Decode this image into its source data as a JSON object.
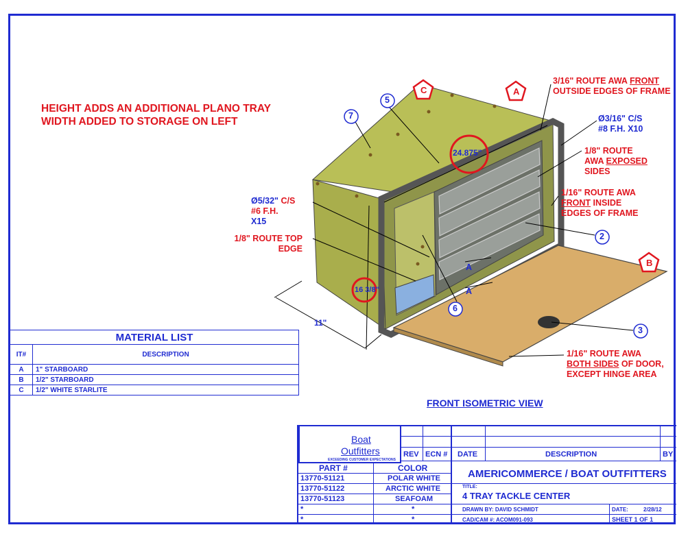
{
  "notes": {
    "line1": "HEIGHT ADDS AN ADDITIONAL PLANO TRAY",
    "line2": "WIDTH ADDED TO STORAGE ON LEFT"
  },
  "annotations": {
    "route_front_outside_1": "3/16\" ROUTE AWA ",
    "route_front_outside_u": "FRONT",
    "route_front_outside_2": "OUTSIDE EDGES OF FRAME",
    "cs_right_1": "Ø3/16\" C/S",
    "cs_right_2": "#8 F.H. X10",
    "route_exposed_1": "1/8\" ROUTE",
    "route_exposed_2a": "AWA ",
    "route_exposed_2u": "EXPOSED",
    "route_exposed_3": "SIDES",
    "route_front_inside_1": "1/16\" ROUTE AWA",
    "route_front_inside_2u": "FRONT",
    "route_front_inside_2b": " INSIDE",
    "route_front_inside_3": "EDGES OF FRAME",
    "cs_left_1a": "Ø5/32\" ",
    "cs_left_1b": "C/S",
    "cs_left_2": "#6 F.H.",
    "cs_left_3": "X15",
    "route_top_1": "1/8\" ROUTE TOP",
    "route_top_2": "EDGE",
    "door_1": "1/16\" ROUTE AWA",
    "door_2u": "BOTH SIDES",
    "door_2b": " OF DOOR,",
    "door_3": "EXCEPT HINGE AREA"
  },
  "dimensions": {
    "width": "24.875\"",
    "height": "16 3/8\"",
    "depth": "11\""
  },
  "balloons": [
    "2",
    "3",
    "5",
    "6",
    "7"
  ],
  "material_markers": [
    "A",
    "B",
    "C"
  ],
  "section_markers": [
    "A",
    "A"
  ],
  "view_title": "FRONT ISOMETRIC VIEW",
  "material_list": {
    "title": "MATERIAL LIST",
    "col_item": "IT#",
    "col_desc": "DESCRIPTION",
    "rows": [
      {
        "item": "A",
        "desc": "1\" STARBOARD"
      },
      {
        "item": "B",
        "desc": "1/2\" STARBOARD"
      },
      {
        "item": "C",
        "desc": "1/2\" WHITE STARLITE"
      }
    ]
  },
  "logo": {
    "line1": "Boat",
    "line2": "Outfitters",
    "tagline": "EXCEEDING CUSTOMER EXPECTATIONS"
  },
  "revision_headers": {
    "rev": "REV",
    "ecn": "ECN #",
    "date": "DATE",
    "desc": "DESCRIPTION",
    "by": "BY"
  },
  "parts": {
    "col_part": "PART #",
    "col_color": "COLOR",
    "rows": [
      {
        "part": "13770-51121",
        "color": "POLAR WHITE"
      },
      {
        "part": "13770-51122",
        "color": "ARCTIC WHITE"
      },
      {
        "part": "13770-51123",
        "color": "SEAFOAM"
      },
      {
        "part": "*",
        "color": "*"
      },
      {
        "part": "*",
        "color": "*"
      }
    ]
  },
  "title_block": {
    "company": "AMERICOMMERCE / BOAT OUTFITTERS",
    "title_label": "TITLE:",
    "title": "4 TRAY TACKLE CENTER",
    "drawn_by": "DRAWN BY: DAVID SCHMIDT",
    "date_label": "DATE:",
    "date": "2/28/12",
    "cad": "CAD/CAM #: ACOM091-093",
    "sheet_label": "SHEET",
    "sheet_num": "1",
    "sheet_of": "OF",
    "sheet_total": "1"
  },
  "colors": {
    "red": "#e0161f",
    "blue": "#1f2bd1",
    "cabinet": "#b9bf57",
    "door": "#d9ad6a"
  }
}
